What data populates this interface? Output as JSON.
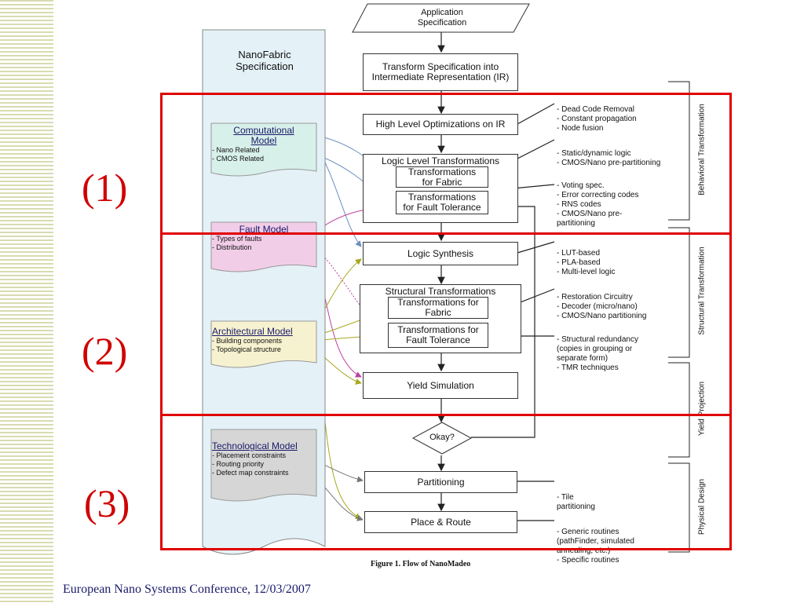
{
  "spec": {
    "title_line1": "NanoFabric",
    "title_line2": "Specification"
  },
  "app_spec": {
    "line1": "Application",
    "line2": "Specification"
  },
  "flow": {
    "transform": {
      "line1": "Transform Specification into",
      "line2": "Intermediate Representation (IR)"
    },
    "high_level": "High Level Optimizations on IR",
    "logic_level": "Logic Level Transformations",
    "lt_fabric": {
      "line1": "Transformations",
      "line2": "for Fabric"
    },
    "lt_fault": {
      "line1": "Transformations",
      "line2": "for Fault Tolerance"
    },
    "logic_synthesis": "Logic Synthesis",
    "structural": "Structural Transformations",
    "st_fabric": {
      "line1": "Transformations for",
      "line2": "Fabric"
    },
    "st_fault": {
      "line1": "Transformations for",
      "line2": "Fault Tolerance"
    },
    "yield_sim": "Yield Simulation",
    "okay": "Okay?",
    "partitioning": "Partitioning",
    "place_route": "Place & Route"
  },
  "models": {
    "computational": {
      "title1": "Computational",
      "title2": "Model",
      "items": [
        "- Nano Related",
        "- CMOS Related"
      ]
    },
    "fault": {
      "title": "Fault Model",
      "items": [
        "- Types of faults",
        "- Distribution"
      ]
    },
    "architectural": {
      "title": "Architectural Model",
      "items": [
        "- Building components",
        "- Topological structure"
      ]
    },
    "technological": {
      "title": "Technological Model",
      "items": [
        "- Placement constraints",
        "- Routing priority",
        "- Defect map constraints"
      ]
    }
  },
  "notes": {
    "high_level": [
      "- Dead Code Removal",
      "- Constant propagation",
      "- Node fusion"
    ],
    "lt_fabric": [
      "- Static/dynamic logic",
      "- CMOS/Nano pre-partitioning"
    ],
    "lt_fault": [
      "- Voting spec.",
      "- Error correcting codes",
      "- RNS codes",
      "- CMOS/Nano pre-",
      "partitioning"
    ],
    "synthesis": [
      "- LUT-based",
      "- PLA-based",
      "- Multi-level logic"
    ],
    "st_fabric": [
      "- Restoration Circuitry",
      "- Decoder (micro/nano)",
      "- CMOS/Nano partitioning"
    ],
    "st_fault": [
      "- Structural redundancy",
      "(copies in grouping or",
      "separate form)",
      "- TMR techniques"
    ],
    "partitioning": [
      "- Tile",
      "partitioning"
    ],
    "place_route": [
      "- Generic routines",
      "(pathFinder, simulated",
      "annealing, etc.)",
      "- Specific routines"
    ]
  },
  "side_labels": {
    "behavioral": "Behavioral Transformation",
    "structural": "Structural Transformation",
    "yield": "Yield Projection",
    "physical": "Physical Design"
  },
  "region_labels": [
    "(1)",
    "(2)",
    "(3)"
  ],
  "caption": "Figure 1. Flow of NanoMadeo",
  "footer": "European Nano Systems Conference, 12/03/2007",
  "colors": {
    "highlight": "#e00000",
    "spec_panel": "#e4f1f7",
    "computational": "#d8f0ea",
    "fault": "#f2cde8",
    "architectural": "#f6f2cf",
    "technological": "#d6d6d6"
  }
}
